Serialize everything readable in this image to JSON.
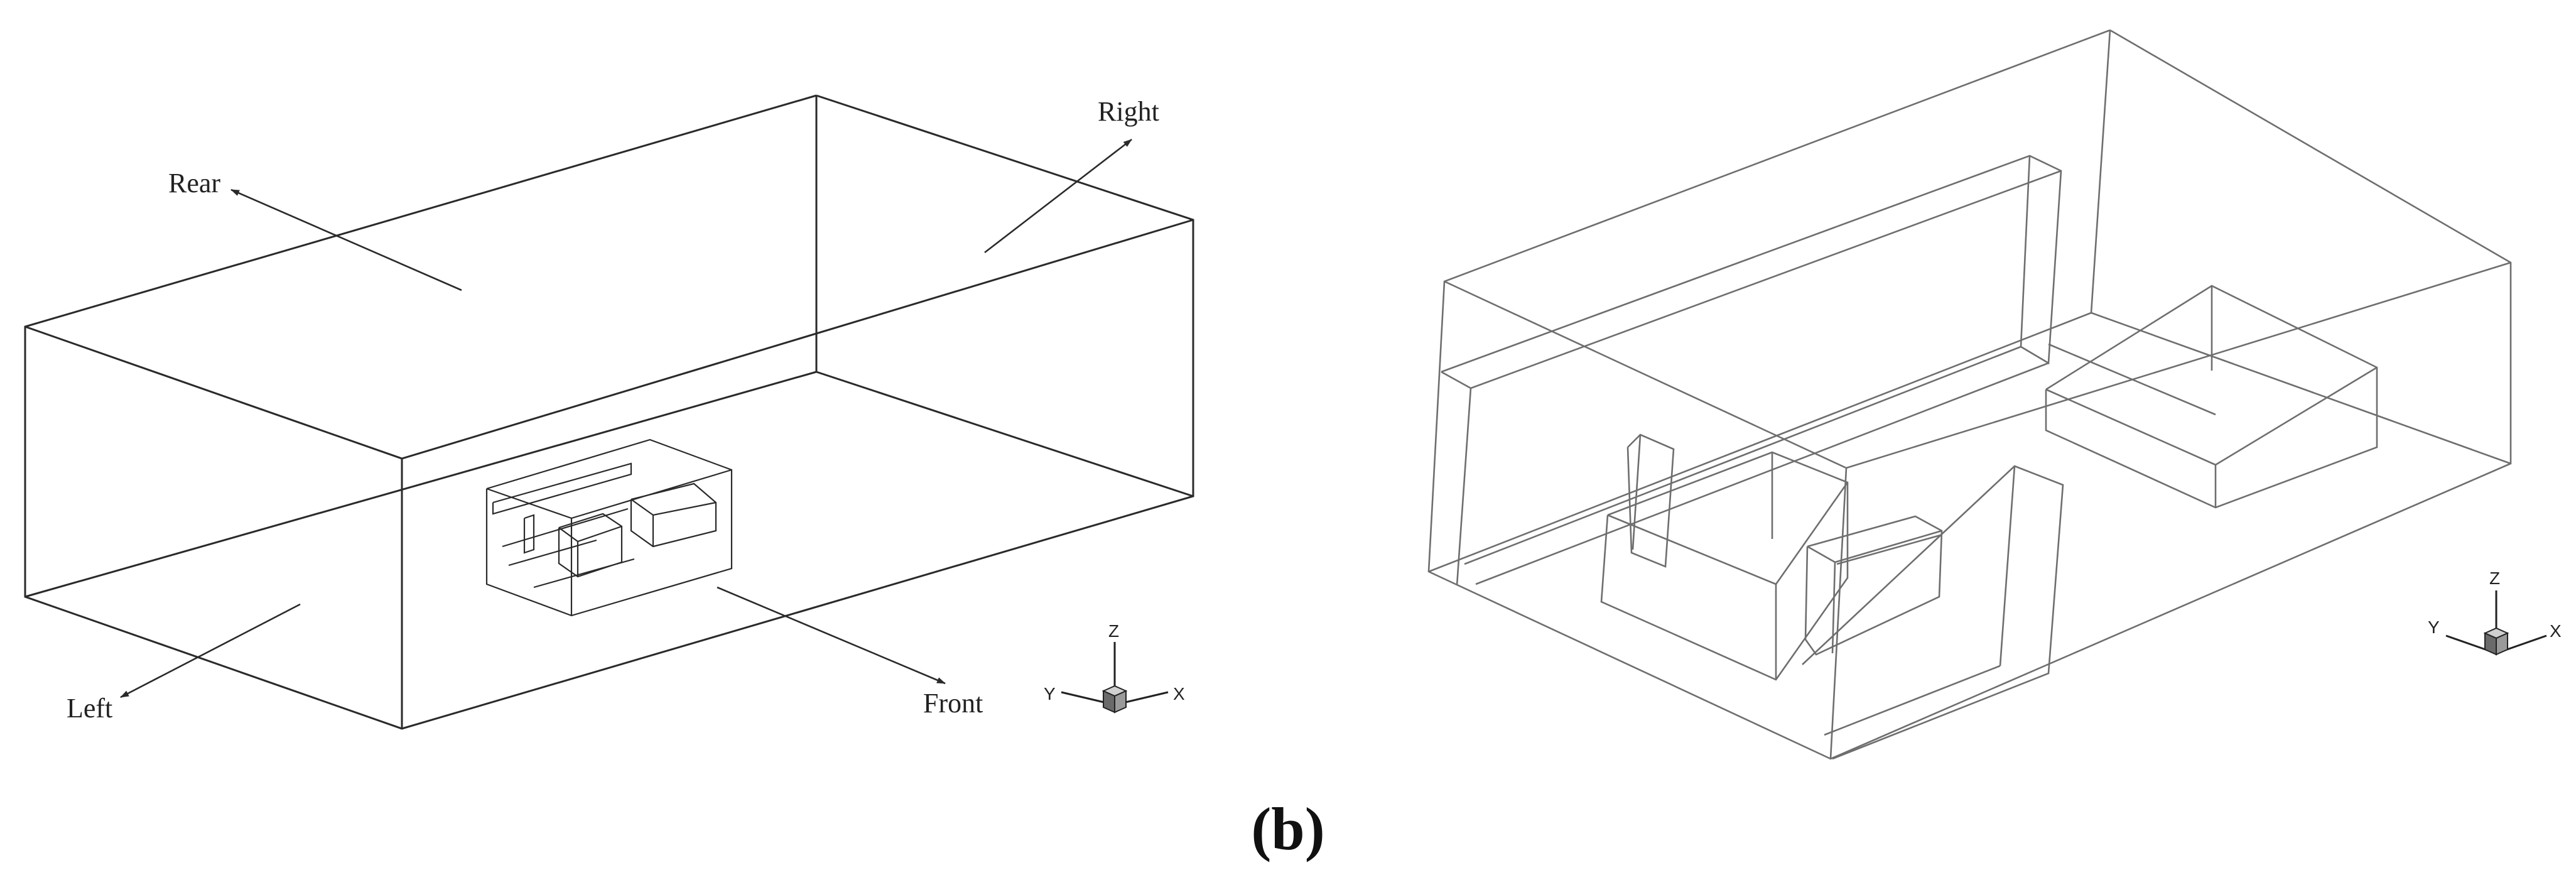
{
  "left_diagram": {
    "labels": {
      "rear": "Rear",
      "right": "Right",
      "left": "Left",
      "front": "Front"
    },
    "triad": {
      "z": "Z",
      "y": "Y",
      "x": "X"
    }
  },
  "right_diagram": {
    "triad": {
      "z": "Z",
      "y": "Y",
      "x": "X"
    }
  },
  "caption": "(b)"
}
